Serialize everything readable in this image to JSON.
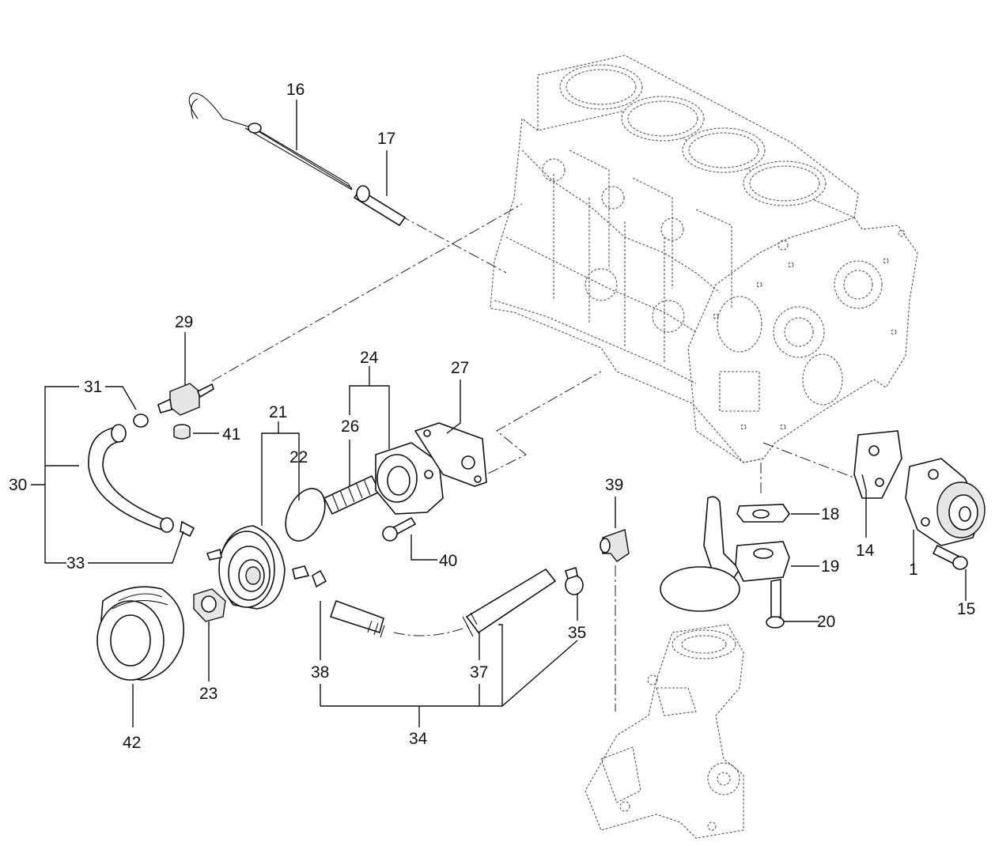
{
  "diagram": {
    "labels": {
      "p1": "1",
      "p14": "14",
      "p15": "15",
      "p16": "16",
      "p17": "17",
      "p18": "18",
      "p19": "19",
      "p20": "20",
      "p21": "21",
      "p22": "22",
      "p23": "23",
      "p24": "24",
      "p26": "26",
      "p27": "27",
      "p29": "29",
      "p30": "30",
      "p31": "31",
      "p33": "33",
      "p34": "34",
      "p35": "35",
      "p37": "37",
      "p38": "38",
      "p39": "39",
      "p40": "40",
      "p41": "41",
      "p42": "42"
    }
  }
}
